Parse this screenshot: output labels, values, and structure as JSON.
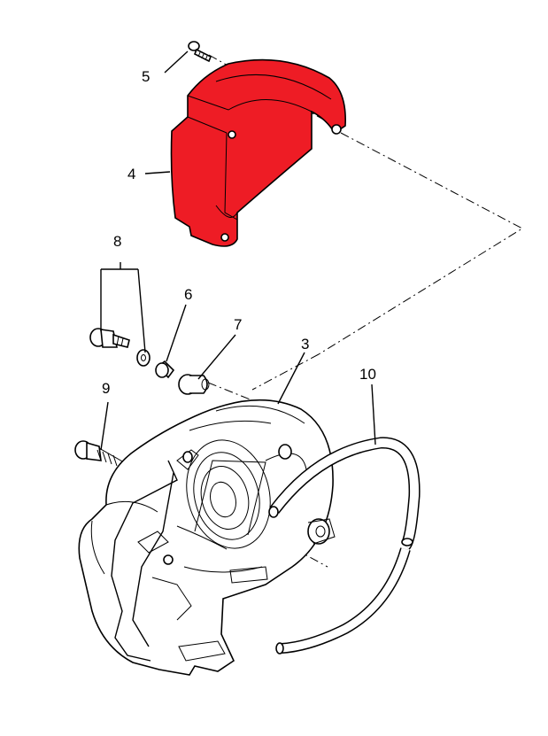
{
  "diagram": {
    "highlight_color": "#ee1c25",
    "line_color": "#000000",
    "callouts": [
      {
        "id": "1",
        "text": "5"
      },
      {
        "id": "2",
        "text": "4"
      },
      {
        "id": "3",
        "text": "8"
      },
      {
        "id": "4",
        "text": "6"
      },
      {
        "id": "5",
        "text": "7"
      },
      {
        "id": "6",
        "text": "3"
      },
      {
        "id": "7",
        "text": "9"
      },
      {
        "id": "8",
        "text": "10"
      }
    ]
  }
}
